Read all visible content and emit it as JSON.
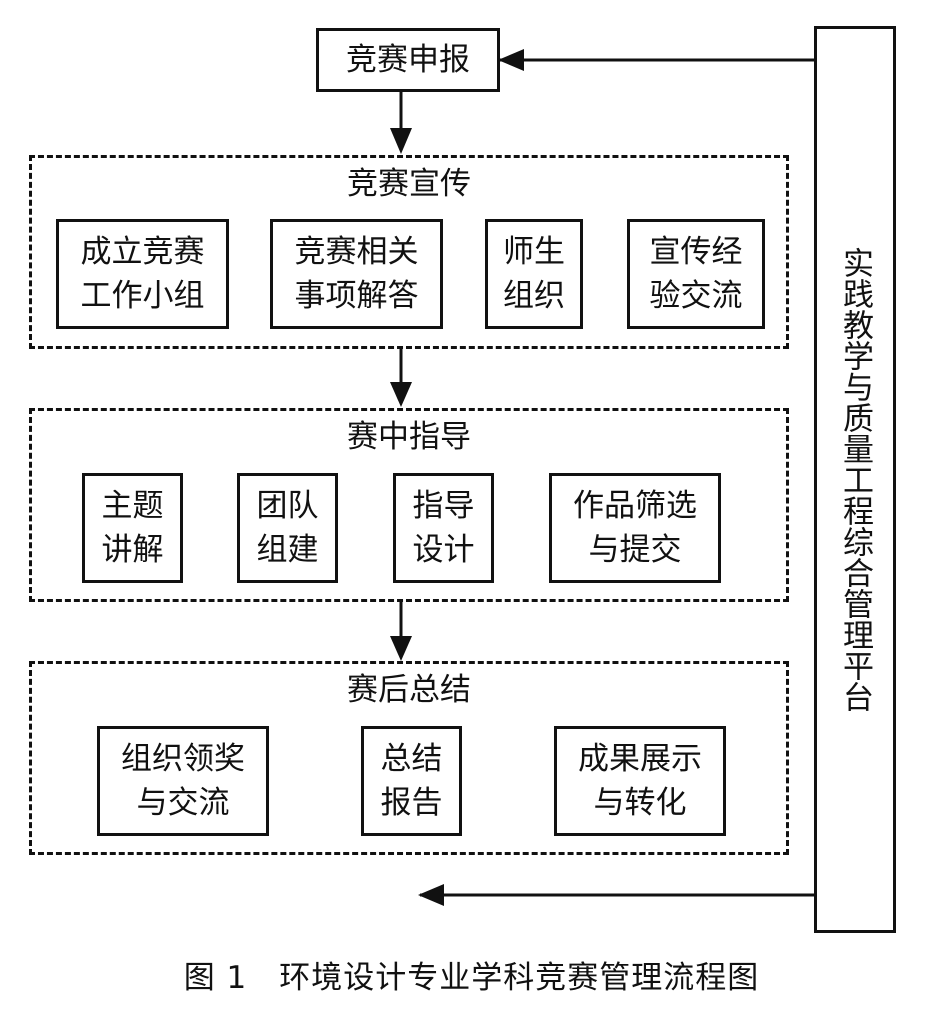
{
  "diagram": {
    "top_box": "竞赛申报",
    "platform": "实践教学与质量工程综合管理平台",
    "caption": "图 1　环境设计专业学科竞赛管理流程图",
    "groups": [
      {
        "title": "竞赛宣传",
        "items": [
          "成立竞赛\n工作小组",
          "竞赛相关\n事项解答",
          "师生\n组织",
          "宣传经\n验交流"
        ]
      },
      {
        "title": "赛中指导",
        "items": [
          "主题\n讲解",
          "团队\n组建",
          "指导\n设计",
          "作品筛选\n与提交"
        ]
      },
      {
        "title": "赛后总结",
        "items": [
          "组织领奖\n与交流",
          "总结\n报告",
          "成果展示\n与转化"
        ]
      }
    ]
  }
}
